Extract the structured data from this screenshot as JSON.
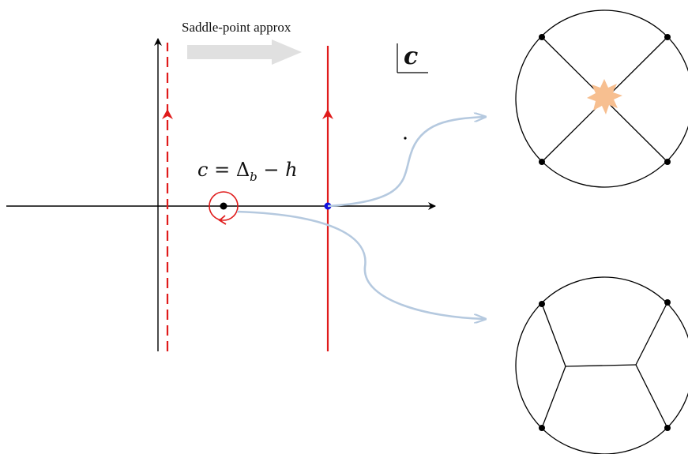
{
  "labels": {
    "approx": "Saddle-point approx",
    "plane_var": "c",
    "pole": {
      "lhs": "c",
      "eq": " = ",
      "delta": "Δ",
      "sub": "b",
      "rest": " − ",
      "h": "h"
    }
  },
  "colors": {
    "contour": "#e01b1b",
    "axis": "#000000",
    "arrow_gray": "#e0e0e0",
    "connector": "#b5c9df",
    "saddle_point": "#1010e0",
    "burst": "#f7bf90"
  },
  "diagrams": {
    "top": "contact-quartic-vertex",
    "bottom": "exchange-diagram"
  }
}
